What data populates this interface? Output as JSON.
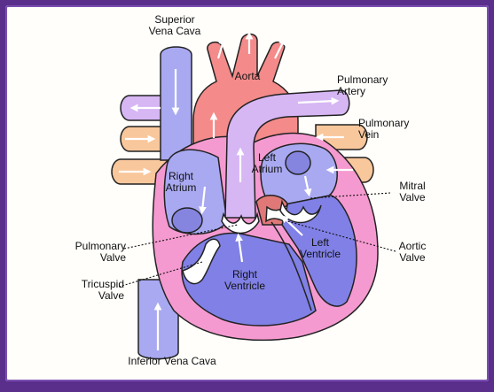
{
  "labels": {
    "superior_vena_cava": "Superior\nVena Cava",
    "aorta": "Aorta",
    "pulmonary_artery": "Pulmonary\nArtery",
    "pulmonary_vein": "Pulmonary\nVein",
    "right_atrium": "Right\nAtrium",
    "left_atrium": "Left\nAtrium",
    "mitral_valve": "Mitral\nValve",
    "pulmonary_valve": "Pulmonary\nValve",
    "aortic_valve": "Aortic\nValve",
    "left_ventricle": "Left\nVentricle",
    "tricuspid_valve": "Tricuspid\nValve",
    "right_ventricle": "Right\nVentricle",
    "inferior_vena_cava": "Inferior Vena Cava"
  },
  "colors": {
    "frame_background": "#5a2f8c",
    "deoxygenated_blood": "#a9a9f2",
    "oxygenated_blood": "#f48a8a",
    "pulmonary_artery": "#d7b6f4",
    "pulmonary_vein": "#f9c79c",
    "heart_wall": "#f59ad0",
    "valves": "#ffffff"
  }
}
